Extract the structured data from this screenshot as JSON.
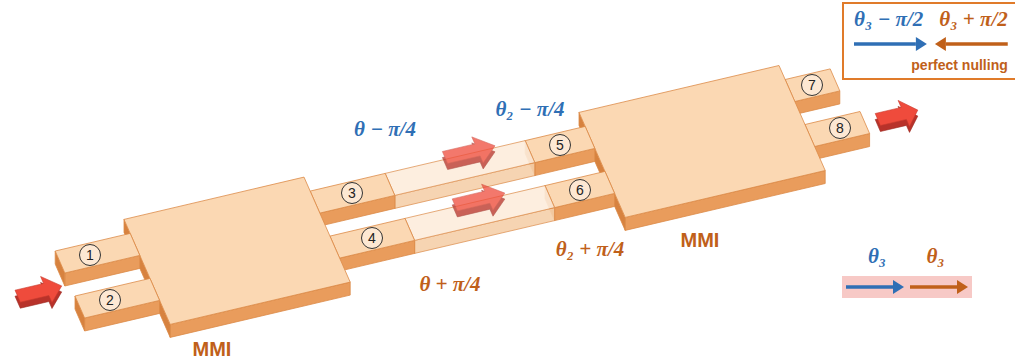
{
  "diagram": {
    "nodes": [
      {
        "text": [
          "θ₃ − π/2",
          "θ₃ + π/2",
          "perfect nulling"
        ]
      },
      {
        "text": [
          "θ₃",
          "θ₃"
        ]
      }
    ],
    "labels": [
      "1",
      "2",
      "MMI",
      "θ − π/4",
      "θ + π/4",
      "3",
      "4",
      "5",
      "6",
      "θ₂ − π/4",
      "θ₂ + π/4",
      "MMI",
      "7",
      "8"
    ]
  }
}
